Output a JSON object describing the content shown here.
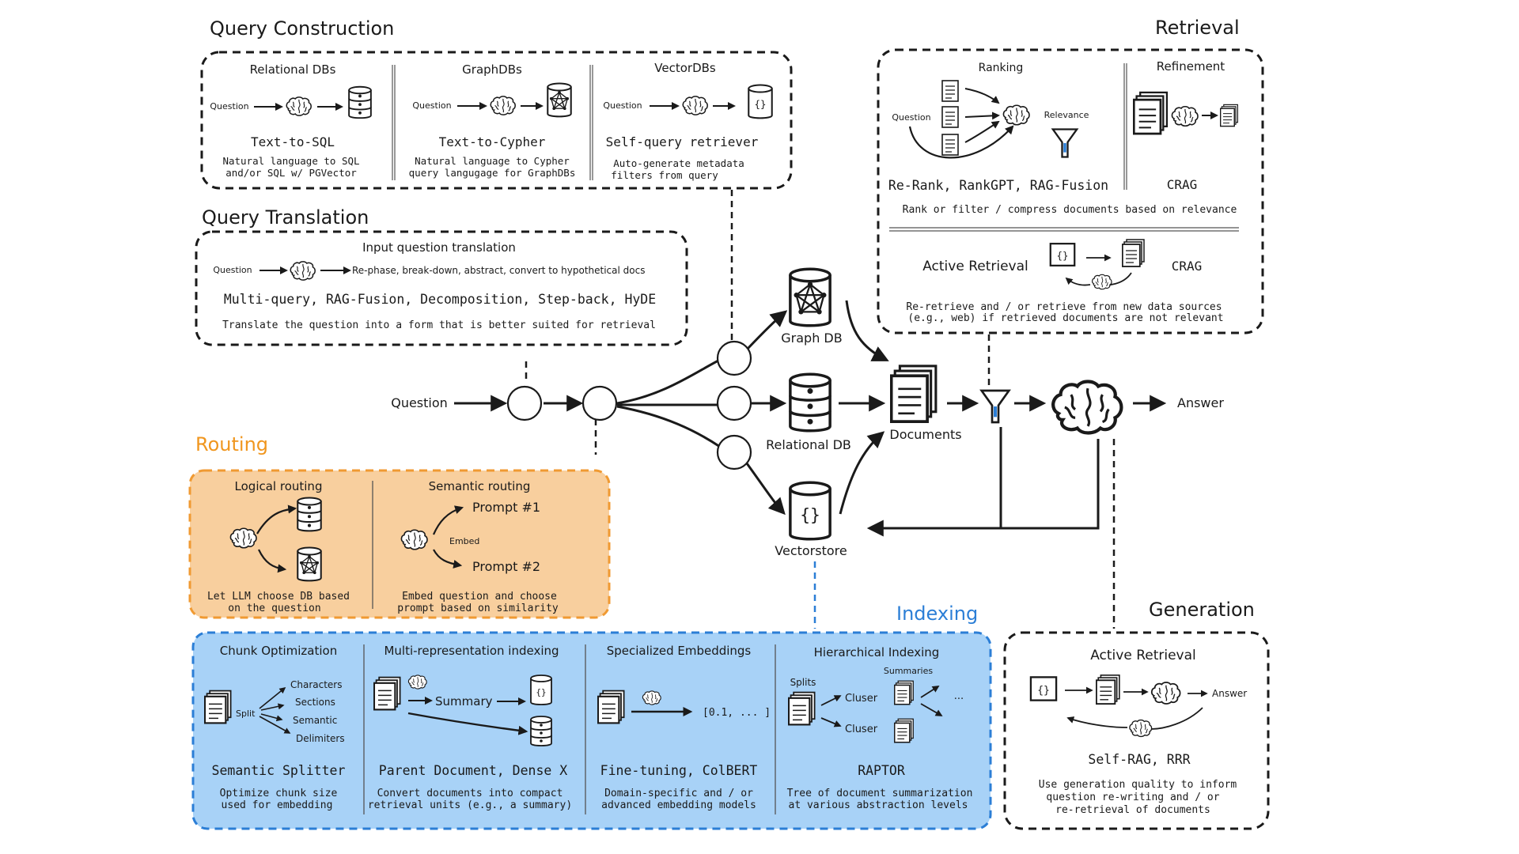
{
  "colors": {
    "ink": "#1a1a1a",
    "routing_fill": "#f8cf9e",
    "routing_stroke": "#f09a32",
    "routing_title": "#f0961e",
    "indexing_fill": "#a8d2f7",
    "indexing_stroke": "#2b7ed6",
    "indexing_title": "#2b7ed6"
  },
  "titles": {
    "query_construction": "Query Construction",
    "query_translation": "Query Translation",
    "routing": "Routing",
    "indexing": "Indexing",
    "retrieval": "Retrieval",
    "generation": "Generation"
  },
  "query_construction": {
    "relational": {
      "header": "Relational DBs",
      "question": "Question",
      "method": "Text-to-SQL",
      "desc1": "Natural language to SQL",
      "desc2": "and/or SQL w/ PGVector"
    },
    "graph": {
      "header": "GraphDBs",
      "question": "Question",
      "method": "Text-to-Cypher",
      "desc1": "Natural language to Cypher",
      "desc2": "query langugage for GraphDBs"
    },
    "vector": {
      "header": "VectorDBs",
      "question": "Question",
      "method": "Self-query retriever",
      "desc1": "Auto-generate metadata",
      "desc2": "filters from query"
    }
  },
  "query_translation": {
    "header": "Input question translation",
    "question": "Question",
    "flow": "Re-phase, break-down, abstract, convert to hypothetical docs",
    "methods": "Multi-query, RAG-Fusion, Decomposition, Step-back, HyDE",
    "desc": "Translate the question into a form that is better suited for retrieval"
  },
  "routing": {
    "logical": {
      "header": "Logical routing",
      "desc1": "Let LLM choose DB based",
      "desc2": "on the question"
    },
    "semantic": {
      "header": "Semantic routing",
      "prompt1": "Prompt #1",
      "embed": "Embed",
      "prompt2": "Prompt #2",
      "desc1": "Embed question and choose",
      "desc2": "prompt based on similarity"
    }
  },
  "indexing": {
    "chunk": {
      "header": "Chunk Optimization",
      "split": "Split",
      "items": [
        "Characters",
        "Sections",
        "Semantic",
        "Delimiters"
      ],
      "method": "Semantic Splitter",
      "desc1": "Optimize chunk size",
      "desc2": "used for embedding"
    },
    "multi": {
      "header": "Multi-representation indexing",
      "summary": "Summary",
      "method": "Parent Document, Dense X",
      "desc1": "Convert documents into compact",
      "desc2": "retrieval units (e.g., a summary)"
    },
    "embed": {
      "header": "Specialized Embeddings",
      "vector": "[0.1, ... ]",
      "method": "Fine-tuning, ColBERT",
      "desc1": "Domain-specific and / or",
      "desc2": "advanced embedding models"
    },
    "hier": {
      "header": "Hierarchical Indexing",
      "summaries": "Summaries",
      "splits": "Splits",
      "cluster1": "Cluser",
      "cluster2": "Cluser",
      "ellipsis": "...",
      "method": "RAPTOR",
      "desc1": "Tree of document summarization",
      "desc2": "at various abstraction levels"
    }
  },
  "retrieval": {
    "ranking": "Ranking",
    "refinement": "Refinement",
    "question": "Question",
    "relevance": "Relevance",
    "methods": "Re-Rank, RankGPT, RAG-Fusion",
    "crag": "CRAG",
    "desc": "Rank or filter / compress documents based on relevance",
    "active_label": "Active Retrieval",
    "active_crag": "CRAG",
    "active_desc1": "Re-retrieve and / or retrieve from new data sources",
    "active_desc2": "(e.g., web) if retrieved documents are not relevant"
  },
  "generation": {
    "header": "Active Retrieval",
    "answer": "Answer",
    "method": "Self-RAG, RRR",
    "desc1": "Use generation quality to inform",
    "desc2": "question re-writing and / or",
    "desc3": "re-retrieval of documents"
  },
  "center": {
    "question": "Question",
    "graph_db": "Graph DB",
    "relational_db": "Relational DB",
    "vectorstore": "Vectorstore",
    "documents": "Documents",
    "answer": "Answer"
  }
}
